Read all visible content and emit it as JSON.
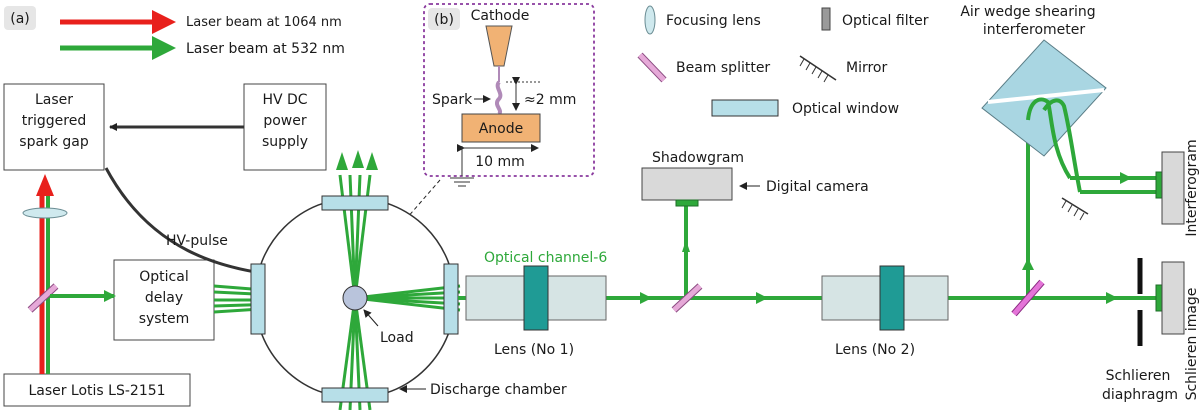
{
  "colors": {
    "beam_532": "#2ea83a",
    "beam_1064": "#e8201c",
    "optic_window": "#b7dfe8",
    "lens_body": "#d6e4e4",
    "lens_ring": "#1f9b95",
    "anode": "#f1b274",
    "inset_border": "#8a3a9e",
    "beam_splitter": "#e6a9d8",
    "mirror_hatch": "#333333",
    "box_stroke": "#444444",
    "camera_body": "#d9d9d9"
  },
  "panel_a": {
    "tag": "(a)"
  },
  "legend": {
    "beam_1064": "Laser beam at 1064 nm",
    "beam_532": "Laser beam at 532 nm",
    "focusing_lens": "Focusing lens",
    "optical_filter": "Optical filter",
    "beam_splitter": "Beam splitter",
    "mirror": "Mirror",
    "optical_window": "Optical window"
  },
  "inset_b": {
    "tag": "(b)",
    "cathode": "Cathode",
    "spark": "Spark",
    "gap": "≈2 mm",
    "anode": "Anode",
    "width": "10 mm"
  },
  "boxes": {
    "spark_gap": [
      "Laser",
      "triggered",
      "spark gap"
    ],
    "hv_supply": [
      "HV DC",
      "power",
      "supply"
    ],
    "delay": [
      "Optical",
      "delay",
      "system"
    ],
    "laser": "Laser Lotis LS-2151"
  },
  "labels": {
    "hv_pulse": "HV-pulse",
    "load": "Load",
    "chamber": "Discharge chamber",
    "channel": "Optical channel-6",
    "lens1": "Lens (No 1)",
    "lens2": "Lens (No 2)",
    "shadowgram": "Shadowgram",
    "camera": "Digital camera",
    "interferometer": [
      "Air wedge shearing",
      "interferometer"
    ],
    "interferogram": "Interferogram",
    "schlieren_image": "Schlieren image",
    "schlieren_diaphragm": [
      "Schlieren",
      "diaphragm"
    ]
  }
}
